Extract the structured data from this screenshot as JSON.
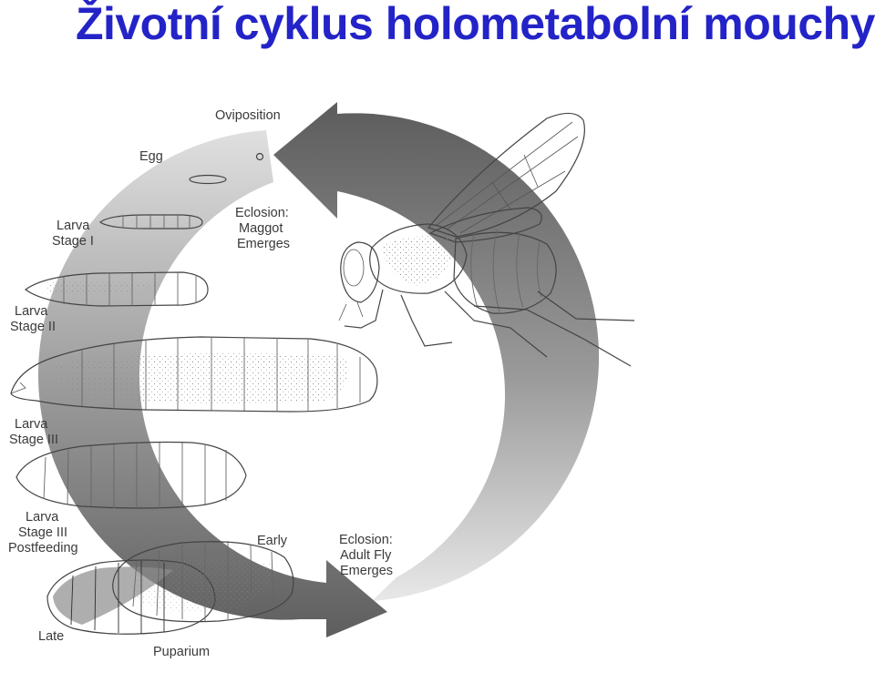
{
  "title": "Životní cyklus holometabolní mouchy",
  "labels": {
    "oviposition": "Oviposition",
    "egg": "Egg",
    "eclosion_maggot": [
      "Eclosion:",
      "Maggot",
      "Emerges"
    ],
    "larva_1": [
      "Larva",
      "Stage I"
    ],
    "larva_2": [
      "Larva",
      "Stage II"
    ],
    "larva_3": [
      "Larva",
      "Stage III"
    ],
    "larva_3_post": [
      "Larva",
      "Stage III",
      "Postfeeding"
    ],
    "early": "Early",
    "eclosion_adult": [
      "Eclosion:",
      "Adult Fly",
      "Emerges"
    ],
    "late": "Late",
    "puparium": "Puparium"
  },
  "colors": {
    "title": "#2323c8",
    "cycle_dark": "#6e6e6e",
    "cycle_light": "#dcdcdc"
  }
}
